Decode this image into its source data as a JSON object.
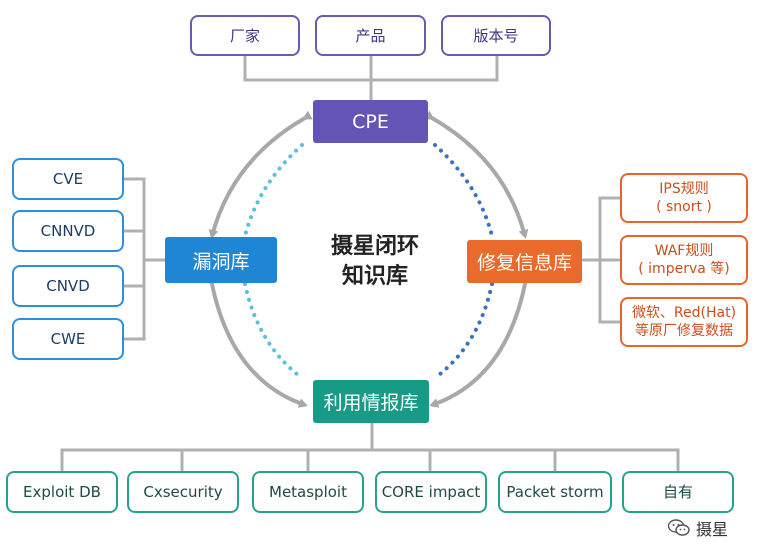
{
  "cpe": {
    "label": "CPE",
    "parts": [
      "厂家",
      "产品",
      "版本号"
    ]
  },
  "vuln": {
    "label": "漏洞库",
    "sources": [
      "CVE",
      "CNNVD",
      "CNVD",
      "CWE"
    ]
  },
  "fix": {
    "label": "修复信息库",
    "sources": [
      {
        "line1": "IPS规则",
        "line2": "( snort )"
      },
      {
        "line1": "WAF规则",
        "line2": "( imperva 等)"
      },
      {
        "line1": "微软、Red(Hat)",
        "line2": "等原厂修复数据"
      }
    ]
  },
  "intel": {
    "label": "利用情报库",
    "sources": [
      "Exploit DB",
      "Cxsecurity",
      "Metasploit",
      "CORE impact",
      "Packet storm",
      "自有"
    ]
  },
  "center": {
    "line1": "摄星闭环",
    "line2": "知识库"
  },
  "watermark": {
    "text": "摄星"
  },
  "colors": {
    "purple": "#6454b6",
    "blue": "#1f86d6",
    "orange": "#ea6a2c",
    "teal": "#179a86",
    "connector": "#b0b0b0"
  }
}
